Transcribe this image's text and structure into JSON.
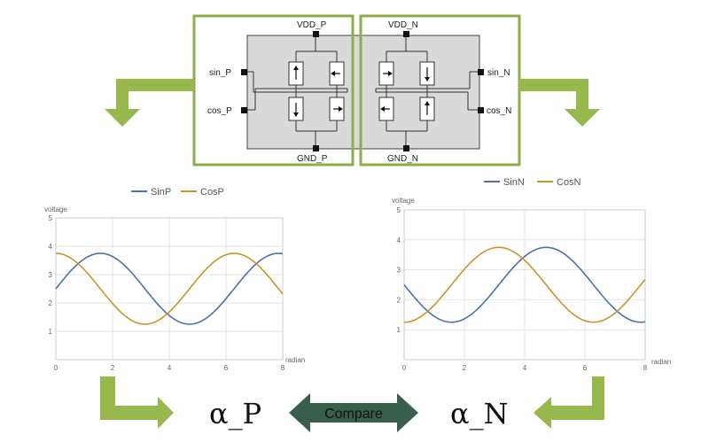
{
  "colors": {
    "frame_green": "#8fad4a",
    "arrow_green": "#97b84c",
    "chip_fill": "#d9d9d9",
    "sin_blue": "#4e72a5",
    "cos_orange": "#c9962a",
    "compare_fill": "#385e4c"
  },
  "circuit": {
    "p_block": {
      "top_pin": "VDD_P",
      "bottom_pin": "GND_P",
      "left_top_pin": "sin_P",
      "left_bottom_pin": "cos_P"
    },
    "n_block": {
      "top_pin": "VDD_N",
      "bottom_pin": "GND_N",
      "right_top_pin": "sin_N",
      "right_bottom_pin": "cos_N"
    }
  },
  "chart_data": [
    {
      "type": "line",
      "ylabel": "voltage",
      "xlabel": "radian",
      "xlim": [
        0,
        8
      ],
      "ylim": [
        0,
        5
      ],
      "xticks": [
        "0",
        "2",
        "4",
        "6",
        "8"
      ],
      "yticks": [
        "1",
        "2",
        "3",
        "4",
        "5"
      ],
      "series": [
        {
          "name": "SinP",
          "function": "2.5 + 1.25*sin(x)",
          "color": "#4e72a5"
        },
        {
          "name": "CosP",
          "function": "2.5 + 1.25*cos(x)",
          "color": "#c9962a"
        }
      ]
    },
    {
      "type": "line",
      "ylabel": "voltage",
      "xlabel": "radian",
      "xlim": [
        0,
        8
      ],
      "ylim": [
        0,
        5
      ],
      "xticks": [
        "0",
        "2",
        "4",
        "6",
        "8"
      ],
      "yticks": [
        "1",
        "2",
        "3",
        "4",
        "5"
      ],
      "series": [
        {
          "name": "SinN",
          "function": "2.5 - 1.25*sin(x)",
          "color": "#4e72a5"
        },
        {
          "name": "CosN",
          "function": "2.5 - 1.25*cos(x)",
          "color": "#c9962a"
        }
      ]
    }
  ],
  "bottom": {
    "alpha_p": "α_P",
    "alpha_n": "α_N",
    "compare": "Compare"
  }
}
